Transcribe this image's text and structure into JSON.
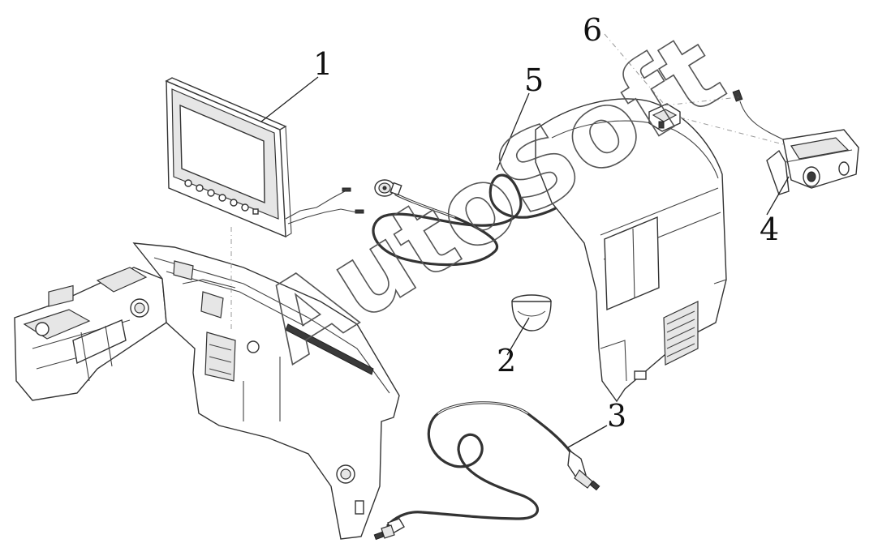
{
  "callouts": [
    {
      "id": "1",
      "text": "1"
    },
    {
      "id": "2",
      "text": "2"
    },
    {
      "id": "3",
      "text": "3"
    },
    {
      "id": "4",
      "text": "4"
    },
    {
      "id": "5",
      "text": "5"
    },
    {
      "id": "6",
      "text": "6"
    }
  ],
  "watermark": "AutoSoft",
  "colors": {
    "line": "#333333",
    "background": "#ffffff",
    "watermark": "#555555"
  }
}
